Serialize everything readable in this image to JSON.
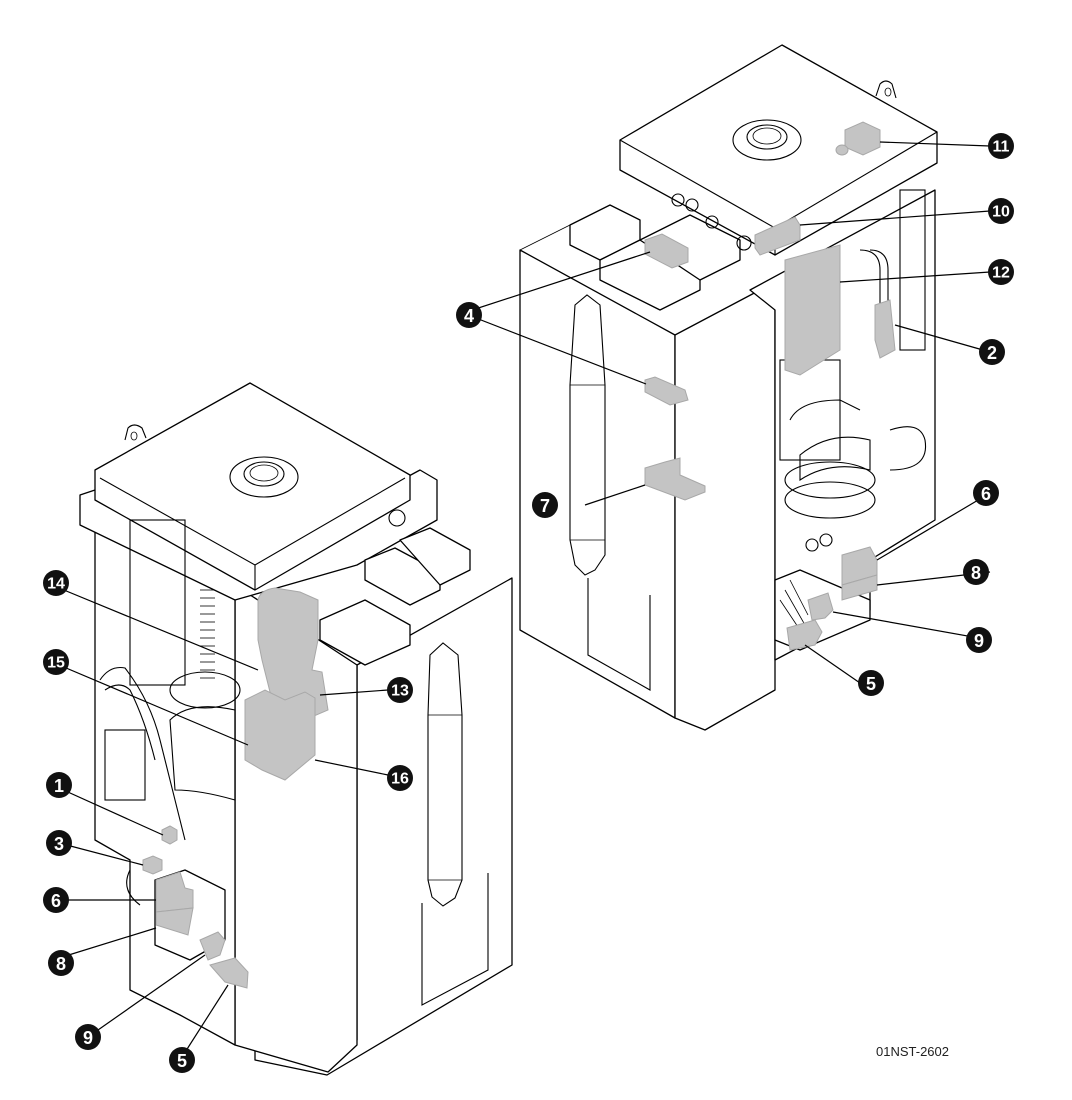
{
  "figure": {
    "id_label": "01NST-2602",
    "colors": {
      "highlight_part": "#c4c4c4",
      "callout_fill": "#111111",
      "callout_text": "#ffffff",
      "line": "#000000"
    }
  },
  "views": [
    {
      "name": "left-unit-view",
      "callouts": [
        "1",
        "3",
        "5",
        "6",
        "8",
        "9",
        "13",
        "14",
        "15",
        "16"
      ]
    },
    {
      "name": "right-unit-view",
      "callouts": [
        "2",
        "4",
        "5",
        "6",
        "7",
        "8",
        "9",
        "10",
        "11",
        "12"
      ]
    }
  ],
  "callouts": {
    "c1": "1",
    "c2": "2",
    "c3": "3",
    "c4": "4",
    "c5": "5",
    "c6": "6",
    "c7": "7",
    "c8": "8",
    "c9": "9",
    "c10": "10",
    "c11": "11",
    "c12": "12",
    "c13": "13",
    "c14": "14",
    "c15": "15",
    "c16": "16"
  }
}
